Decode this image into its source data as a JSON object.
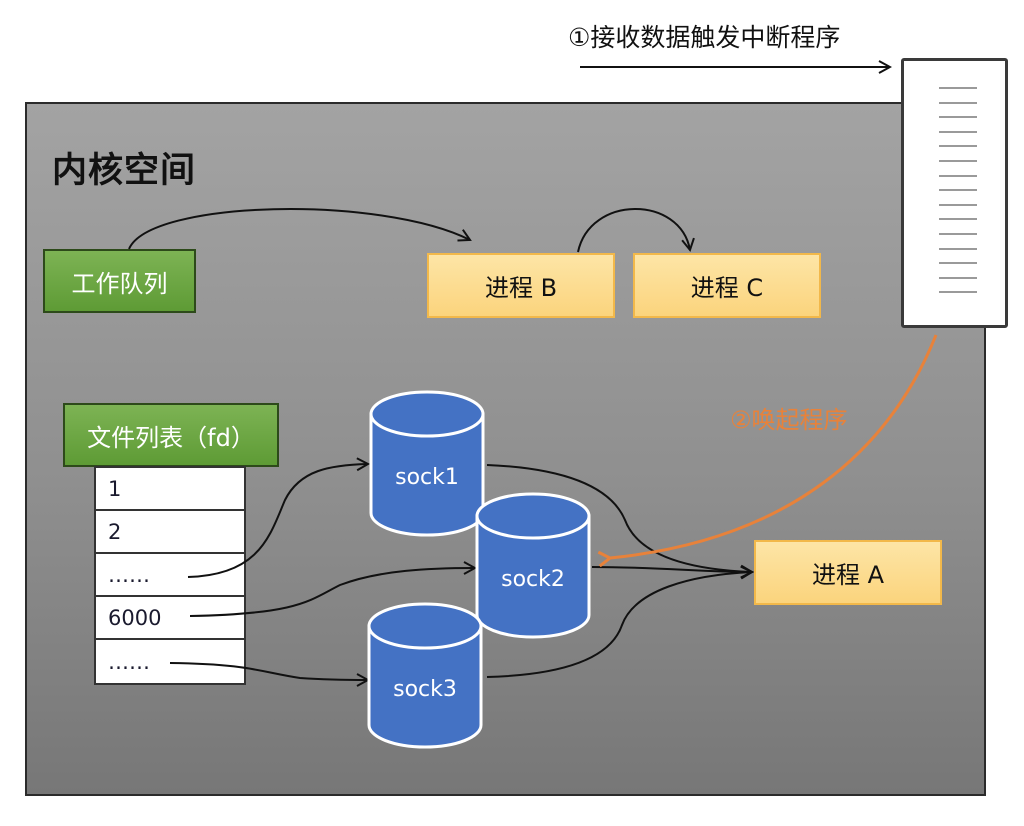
{
  "title": "内核空间",
  "step1_label": "①接收数据触发中断程序",
  "step2_label": "②唤起程序",
  "work_queue": {
    "label": "工作队列"
  },
  "processes": {
    "b": "进程 B",
    "c": "进程 C",
    "a": "进程 A"
  },
  "fd_list": {
    "header": "文件列表（fd）",
    "rows": [
      "1",
      "2",
      "……",
      "6000",
      "……"
    ]
  },
  "sockets": [
    "sock1",
    "sock2",
    "sock3"
  ],
  "buffer": {
    "icon": "network-buffer-icon",
    "line_count": 15
  },
  "colors": {
    "kernel_bg": "#999999",
    "green_box": "#6aa644",
    "process_box": "#fcd88a",
    "socket_fill": "#4472c4",
    "wake_arrow": "#e8823a"
  }
}
